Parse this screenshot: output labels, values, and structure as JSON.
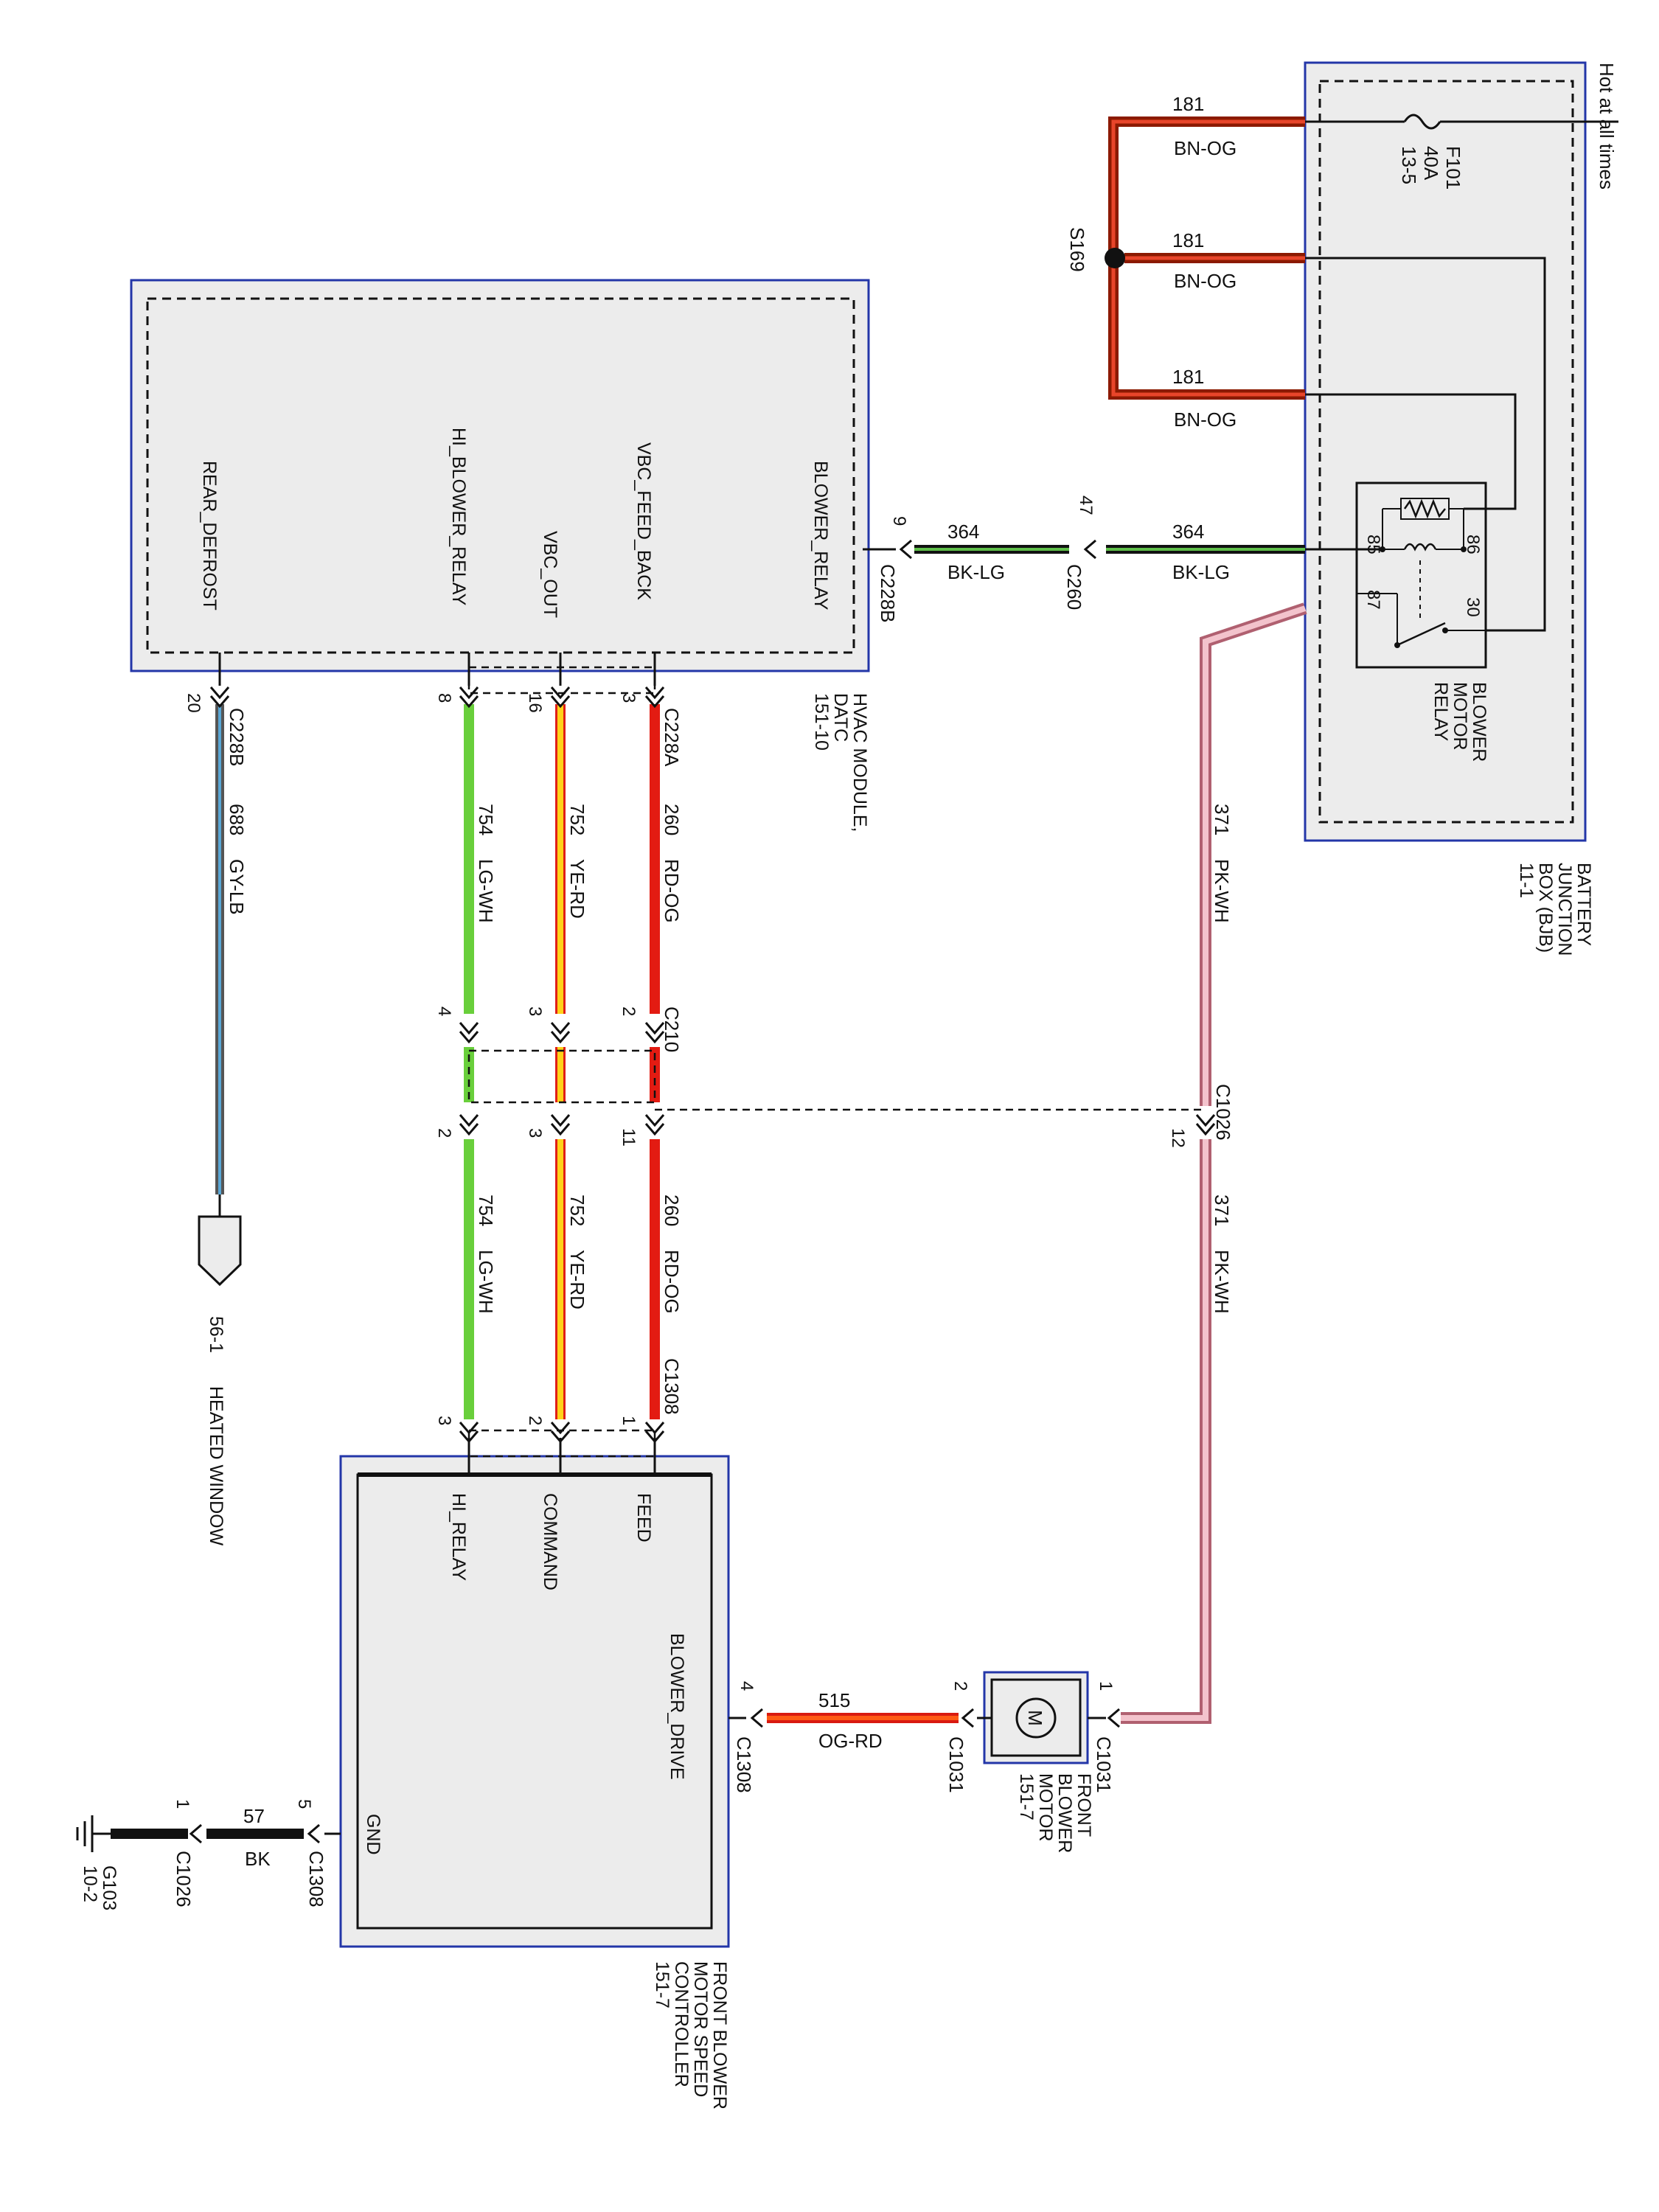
{
  "title": "Hot at all times",
  "modules": {
    "bjb": {
      "name": [
        "BATTERY",
        "JUNCTION",
        "BOX (BJB)",
        "11-1"
      ]
    },
    "hvac": {
      "name": [
        "HVAC MODULE,",
        "DATC",
        "151-10"
      ],
      "pins": [
        "BLOWER_RELAY",
        "VBC_FEED_BACK",
        "VBC_OUT",
        "HI_BLOWER_RELAY",
        "REAR_DEFROST"
      ]
    },
    "controller": {
      "name": [
        "FRONT BLOWER",
        "MOTOR SPEED",
        "CONTROLLER",
        "151-7"
      ],
      "pins": [
        "FEED",
        "COMMAND",
        "HI_RELAY",
        "BLOWER_DRIVE",
        "GND"
      ]
    },
    "motor": {
      "name": [
        "FRONT",
        "BLOWER",
        "MOTOR",
        "151-7"
      ],
      "symbol": "M"
    },
    "relay": {
      "name": [
        "BLOWER",
        "MOTOR",
        "RELAY"
      ],
      "pins": [
        "85",
        "86",
        "87",
        "30"
      ]
    },
    "fuse": {
      "lines": [
        "F101",
        "40A",
        "13-5"
      ]
    },
    "splice": "S169",
    "ground": {
      "lines": [
        "G103",
        "10-2"
      ]
    },
    "heated_window": {
      "lines": [
        "56-1",
        "HEATED WINDOW"
      ]
    }
  },
  "wires": {
    "w181_a": {
      "circuit": "181",
      "color": "BN-OG"
    },
    "w181_b": {
      "circuit": "181",
      "color": "BN-OG"
    },
    "w181_c": {
      "circuit": "181",
      "color": "BN-OG"
    },
    "w364_a": {
      "circuit": "364",
      "color": "BK-LG"
    },
    "w364_b": {
      "circuit": "364",
      "color": "BK-LG"
    },
    "w260_a": {
      "circuit": "260",
      "color": "RD-OG"
    },
    "w260_b": {
      "circuit": "260",
      "color": "RD-OG"
    },
    "w752_a": {
      "circuit": "752",
      "color": "YE-RD"
    },
    "w752_b": {
      "circuit": "752",
      "color": "YE-RD"
    },
    "w754_a": {
      "circuit": "754",
      "color": "LG-WH"
    },
    "w754_b": {
      "circuit": "754",
      "color": "LG-WH"
    },
    "w688": {
      "circuit": "688",
      "color": "GY-LB"
    },
    "w371_a": {
      "circuit": "371",
      "color": "PK-WH"
    },
    "w371_b": {
      "circuit": "371",
      "color": "PK-WH"
    },
    "w515": {
      "circuit": "515",
      "color": "OG-RD"
    },
    "w57": {
      "circuit": "57",
      "color": "BK"
    }
  },
  "connectors": {
    "c228b_top": {
      "name": "C228B",
      "pin": "9"
    },
    "c260": {
      "name": "C260",
      "pin": "47"
    },
    "c228a": {
      "name": "C228A",
      "pins": [
        "3",
        "16",
        "8"
      ]
    },
    "c228b_rd": {
      "name": "C228B",
      "pin": "20"
    },
    "c210": {
      "name": "C210",
      "pins": [
        "2",
        "3",
        "4"
      ]
    },
    "c1026_a": {
      "name": "C1026",
      "pins": [
        "11",
        "3",
        "2"
      ],
      "pin_pk": "12"
    },
    "c1308_top": {
      "name": "C1308",
      "pins": [
        "1",
        "2",
        "3"
      ]
    },
    "c1308_drive": {
      "name": "C1308",
      "pin": "4"
    },
    "c1031_a": {
      "name": "C1031",
      "pin": "1"
    },
    "c1031_b": {
      "name": "C1031",
      "pin": "2"
    },
    "c1308_gnd": {
      "name": "C1308",
      "pin": "5"
    },
    "c1026_gnd": {
      "name": "C1026",
      "pin": "1"
    }
  },
  "colors": {
    "BN-OG": [
      "#8b1a00",
      "#e8452a"
    ],
    "BK-LG": [
      "#111111",
      "#5fbf4a"
    ],
    "RD-OG": [
      "#e31b12",
      "#ff6a2a"
    ],
    "YE-RD": [
      "#ffd21a",
      "#e01f17"
    ],
    "LG-WH": [
      "#69cf3b",
      "#ffffff"
    ],
    "GY-LB": [
      "#555555",
      "#5aa7d6"
    ],
    "PK-WH": [
      "#e79aa8",
      "#ffffff"
    ],
    "OG-RD": [
      "#ff5a14",
      "#d91a10"
    ],
    "BK": [
      "#111111",
      "#111111"
    ],
    "module_fill": "#ececec",
    "module_border": "#2336a8"
  }
}
